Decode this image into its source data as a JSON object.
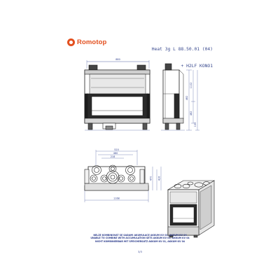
{
  "brand": {
    "name": "Romotop",
    "color": "#e3501f"
  },
  "model": {
    "line1": "Heat 3g L 88.50.01 (04)",
    "line2": "+ H2LF KONO1"
  },
  "front_view": {
    "dims": {
      "top": "880",
      "right_total": "1102",
      "right_a": "482",
      "right_b": "482",
      "right_c": "150"
    }
  },
  "plan_view": {
    "dims": {
      "top_a": "520",
      "top_b": "460",
      "top_c": "218",
      "bottom": "1168",
      "right_a": "470",
      "right_b": "416"
    }
  },
  "notes": [
    "NELZE KOMBINOVAT SE SADAMI AKUMULACE AKKUM KV 01, AKKUM KV 04",
    "UNABLE TO COMBINE WITH ACCUMULATION SETS AKKUM KV 01, AKKUM KV 04",
    "NICHT KOMBINIERBAR MIT SPEICHERSATZ AKKUM KV 01, AKKUM KV 04"
  ],
  "page_number": "3/3",
  "colors": {
    "line": "#2b3a8c",
    "steel": "#1c1c1c",
    "dim": "#2a3a8a"
  }
}
